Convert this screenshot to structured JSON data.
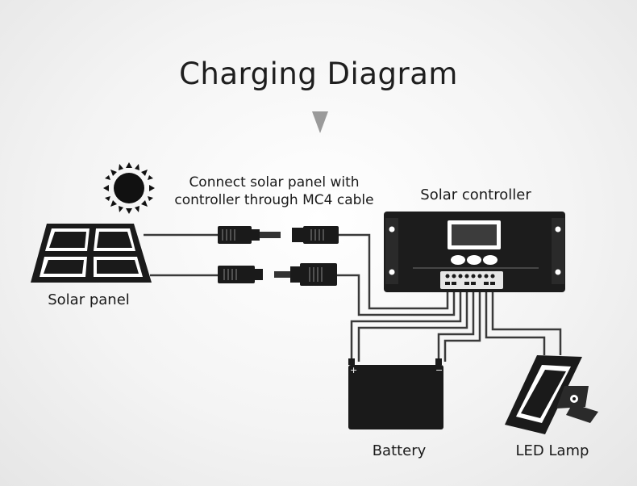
{
  "title": "Charging Diagram",
  "note": "Connect solar panel with controller through MC4 cable",
  "labels": {
    "solar_controller": "Solar controller",
    "solar_panel": "Solar panel",
    "battery": "Battery",
    "led_lamp": "LED Lamp"
  },
  "icons": {
    "sun": "sun-icon",
    "arrow": "chevron-down-icon"
  },
  "colors": {
    "device": "#1c1c1c",
    "wire": "#3a3a3a",
    "background": "#f2f2f2"
  }
}
